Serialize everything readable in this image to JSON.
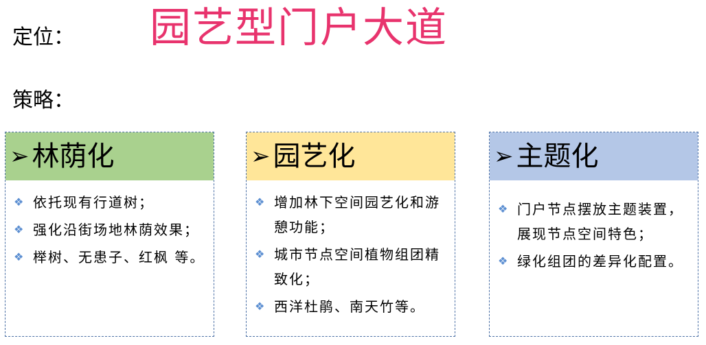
{
  "positioning": {
    "label": "定位：",
    "headline": "园艺型门户大道"
  },
  "strategy": {
    "label": "策略："
  },
  "colors": {
    "headline": "#e8336d",
    "bullet_marker": "#5b8ed1",
    "card_border": "#4a6fa5",
    "card1_header_bg": "#a9d18e",
    "card2_header_bg": "#ffe699",
    "card3_header_bg": "#b4c7e7"
  },
  "icons": {
    "header_arrow": "arrow-head-right-icon",
    "bullet": "four-diamond-bullet-icon"
  },
  "cards": [
    {
      "arrow": "➢",
      "title": "林荫化",
      "items": [
        "依托现有行道树；",
        "强化沿街场地林荫效果；",
        "榉树、无患子、红枫 等。"
      ]
    },
    {
      "arrow": "➢",
      "title": "园艺化",
      "items": [
        "增加林下空间园艺化和游憩功能；",
        "城市节点空间植物组团精致化；",
        "西洋杜鹃、南天竹等。"
      ]
    },
    {
      "arrow": "➢",
      "title": "主题化",
      "items": [
        "门户节点摆放主题装置，展现节点空间特色；",
        "绿化组团的差异化配置。"
      ]
    }
  ],
  "bullet_glyph": "❖"
}
